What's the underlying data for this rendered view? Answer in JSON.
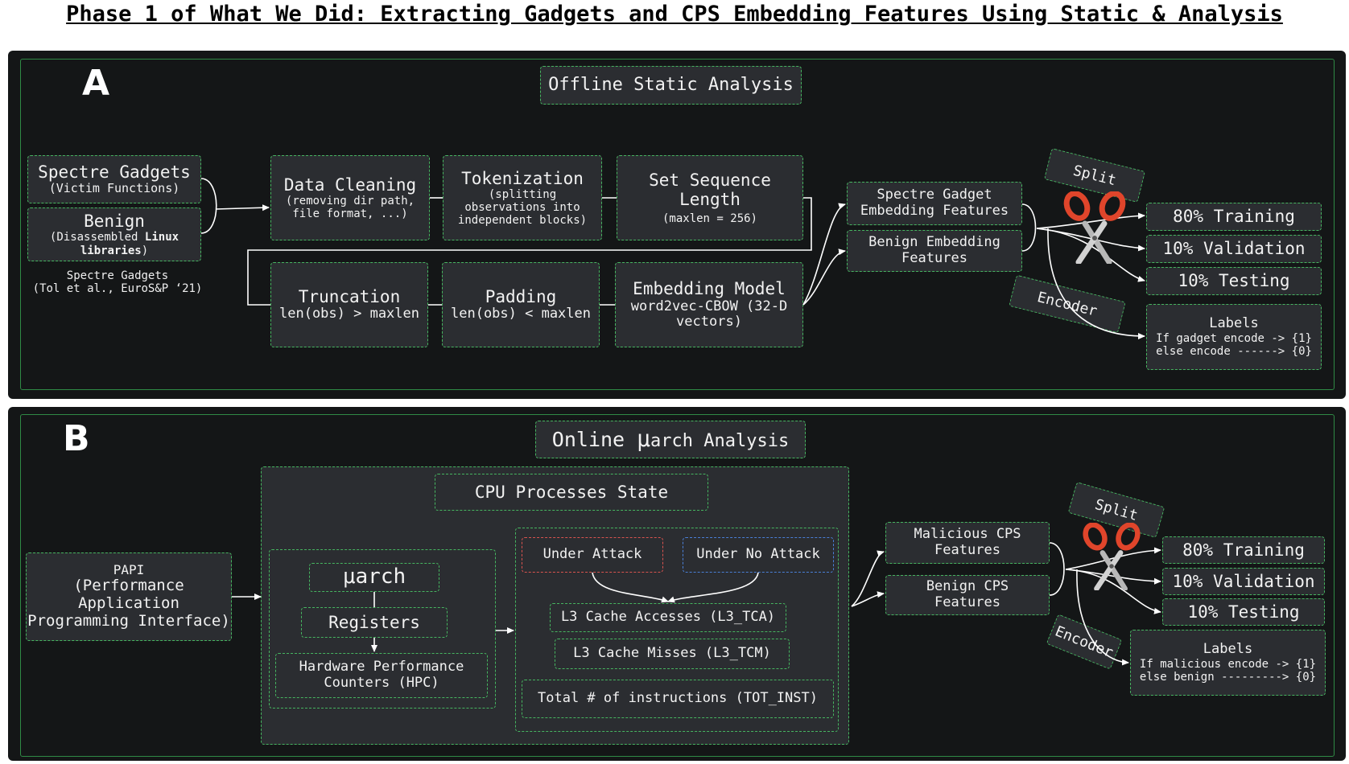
{
  "title": "Phase 1 of What We Did: Extracting Gadgets and CPS Embedding Features Using Static & Analysis",
  "panel_a": {
    "letter": "A",
    "heading": "Offline Static Analysis",
    "spectre_gadgets": {
      "title": "Spectre Gadgets",
      "sub": "(Victim Functions)"
    },
    "benign": {
      "title": "Benign",
      "sub_prefix": "(Disassembled ",
      "sub_bold": "Linux",
      "sub_bold2": "libraries",
      "sub_suffix": ")"
    },
    "citation": [
      "Spectre Gadgets",
      "(Tol et al., EuroS&P ‘21)"
    ],
    "data_cleaning": {
      "title": "Data Cleaning",
      "sub": [
        "(removing dir path,",
        "file format, ...)"
      ]
    },
    "tokenization": {
      "title": "Tokenization",
      "sub": [
        "(splitting",
        "observations into",
        "independent blocks)"
      ]
    },
    "set_sequence": {
      "title": [
        "Set Sequence",
        "Length"
      ],
      "sub": "(maxlen = 256)"
    },
    "truncation": {
      "title": "Truncation",
      "sub": "len(obs) > maxlen"
    },
    "padding": {
      "title": "Padding",
      "sub": "len(obs) < maxlen"
    },
    "embedding": {
      "title": "Embedding Model",
      "sub": [
        "word2vec-CBOW (32-D",
        "vectors)"
      ]
    },
    "spectre_features": [
      "Spectre Gadget",
      "Embedding Features"
    ],
    "benign_features": [
      "Benign Embedding",
      "Features"
    ],
    "split_label": "Split",
    "encoder_label": "Encoder",
    "training": "80% Training",
    "validation": "10% Validation",
    "testing": "10% Testing",
    "labels": {
      "title": "Labels",
      "lines": [
        "If gadget encode -> {1}",
        "else encode ------> {0}"
      ]
    }
  },
  "panel_b": {
    "letter": "B",
    "heading_prefix": "Online ",
    "heading_mu": "μ",
    "heading_suffix": "arch Analysis",
    "papi": [
      "PAPI",
      "(Performance",
      "Application",
      "Programming Interface)"
    ],
    "cpu_state": "CPU Processes State",
    "uarch": "μarch",
    "registers": "Registers",
    "hpc": [
      "Hardware Performance",
      "Counters (HPC)"
    ],
    "under_attack": "Under Attack",
    "under_no_attack": "Under No Attack",
    "l3_tca": "L3 Cache Accesses (L3_TCA)",
    "l3_tcm": "L3 Cache Misses (L3_TCM)",
    "tot_inst": "Total # of instructions (TOT_INST)",
    "malicious_features": [
      "Malicious CPS",
      "Features"
    ],
    "benign_features": [
      "Benign CPS",
      "Features"
    ],
    "split_label": "Split",
    "encoder_label": "Encoder",
    "training": "80% Training",
    "validation": "10% Validation",
    "testing": "10% Testing",
    "labels": {
      "title": "Labels",
      "lines": [
        "If malicious encode -> {1}",
        "else benign ---------> {0}"
      ]
    }
  },
  "colors": {
    "panel": "#141617",
    "box": "#2b2d31",
    "dashed": "#46b560",
    "scissors": "#e0452b"
  },
  "icons": [
    "scissors-icon"
  ]
}
